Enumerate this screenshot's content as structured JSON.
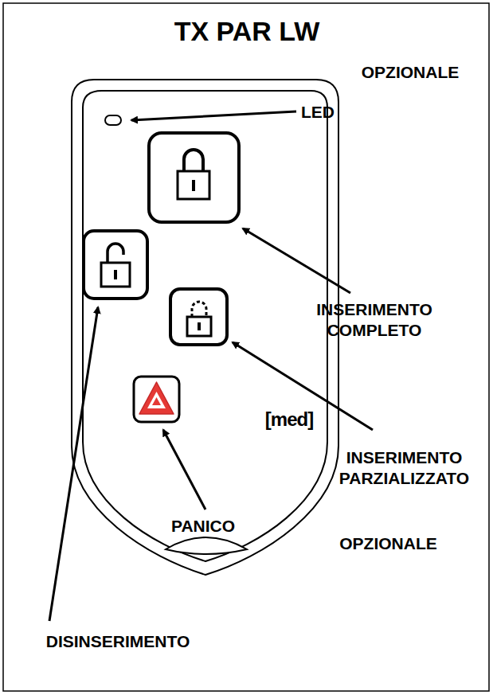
{
  "diagram": {
    "title": "TX PAR LW",
    "labels": [
      "OPZIONALE",
      "LED",
      "INSERIMENTO COMPLETO",
      "INSERIMENTO PARZIALIZZATO",
      "[med]",
      "PANICO",
      "OPZIONALE",
      "DISINSERIMENTO"
    ]
  }
}
